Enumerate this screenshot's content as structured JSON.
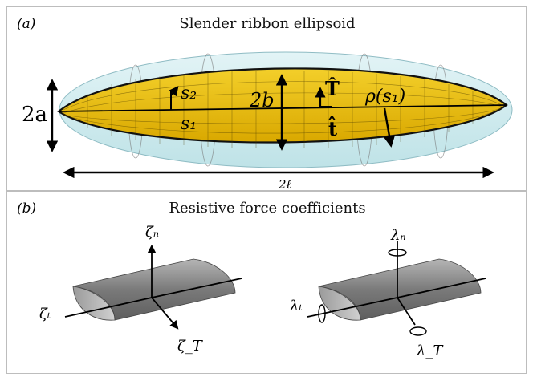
{
  "panel_a": {
    "tag": "(a)",
    "title": "Slender ribbon ellipsoid",
    "labels": {
      "two_a": "2a",
      "two_b": "2b",
      "s2": "s₂",
      "s1": "s₁",
      "T_hat": "T̂",
      "t_hat": "t̂",
      "rho": "ρ(s₁)",
      "two_ell": "2ℓ"
    },
    "colors": {
      "ribbon": "#e8b800",
      "shell": "#bfe6ec",
      "arrow": "#000000"
    }
  },
  "panel_b": {
    "tag": "(b)",
    "title": "Resistive force coefficients",
    "labels": {
      "zeta_n": "ζₙ",
      "zeta_t": "ζₜ",
      "zeta_T": "ζ_T",
      "lambda_n": "λₙ",
      "lambda_t": "λₜ",
      "lambda_T": "λ_T"
    },
    "colors": {
      "body": "#8a8a8a"
    }
  }
}
